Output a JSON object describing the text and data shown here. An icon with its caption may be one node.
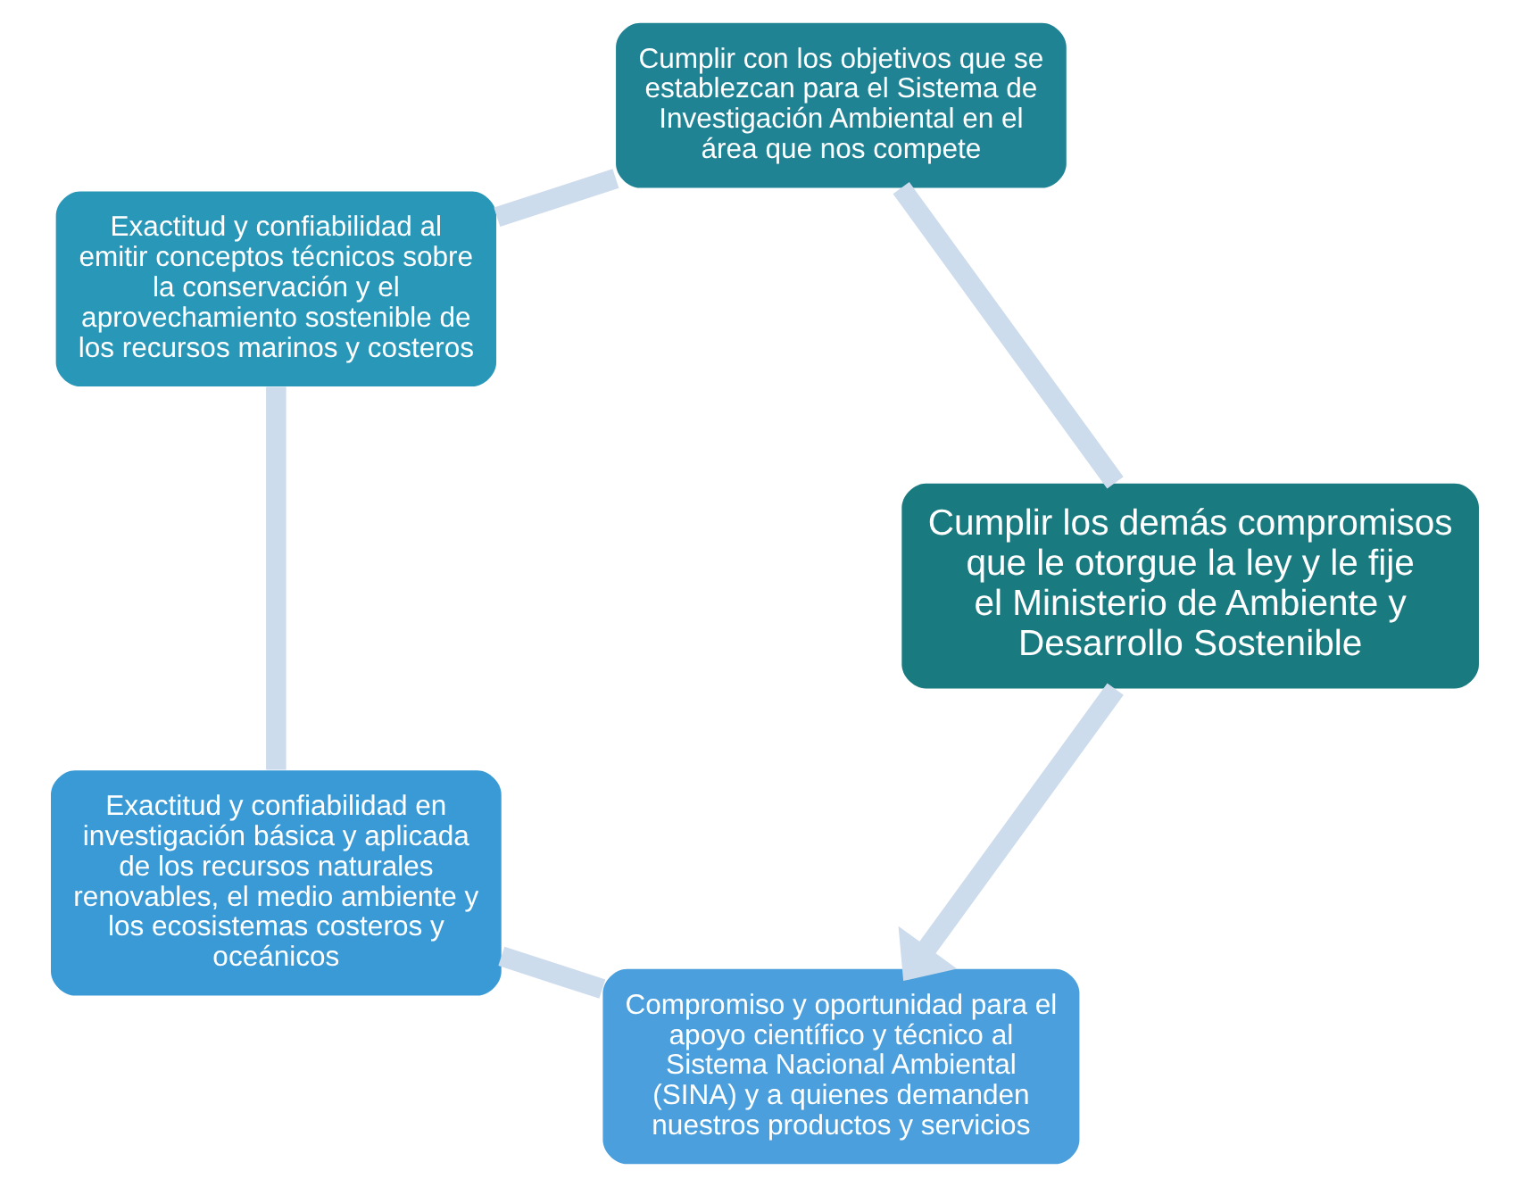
{
  "diagram": {
    "nodes": [
      {
        "text": [
          "Compromiso y oportunidad para el apoyo científico y técnico al Sistema Nacional Ambiental (SINA) y a quienes demanden nuestros productos y servicios"
        ]
      },
      {
        "text": [
          "Exactitud y confiabilidad en investigación básica y aplicada de los recursos naturales renovables, el medio ambiente y los ecosistemas costeros y oceánicos"
        ]
      },
      {
        "text": [
          "Exactitud y confiabilidad al emitir conceptos técnicos sobre la conservación y el aprovechamiento sostenible de los recursos marinos y costeros"
        ]
      },
      {
        "text": [
          "Cumplir con los objetivos que se establezcan para el Sistema de Investigación Ambiental en el área que nos compete"
        ]
      },
      {
        "text": [
          "Cumplir los demás compromisos que le otorgue la ley y le fije el Ministerio de Ambiente y Desarrollo Sostenible"
        ]
      }
    ],
    "edges": [
      {
        "from": 0,
        "to": 1,
        "arrow": "none"
      },
      {
        "from": 1,
        "to": 2,
        "arrow": "none"
      },
      {
        "from": 2,
        "to": 3,
        "arrow": "none"
      },
      {
        "from": 3,
        "to": 4,
        "arrow": "none"
      },
      {
        "from": 4,
        "to": 0,
        "arrow": "to"
      }
    ]
  }
}
